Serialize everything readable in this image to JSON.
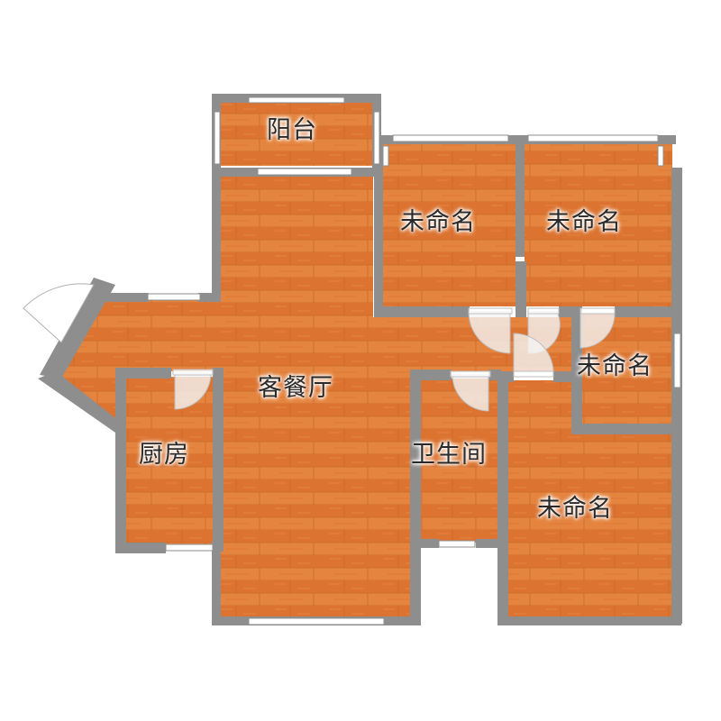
{
  "floorplan": {
    "rooms": {
      "balcony": "阳台",
      "bedroom_1": "未命名",
      "bedroom_2": "未命名",
      "bedroom_3": "未命名",
      "bedroom_4": "未命名",
      "living_dining": "客餐厅",
      "kitchen": "厨房",
      "bathroom": "卫生间"
    },
    "colors": {
      "wall": "#8e8e8e",
      "floor": "#e07a35",
      "window": "#ffffff",
      "door_swing": "#f4f4f4"
    }
  }
}
